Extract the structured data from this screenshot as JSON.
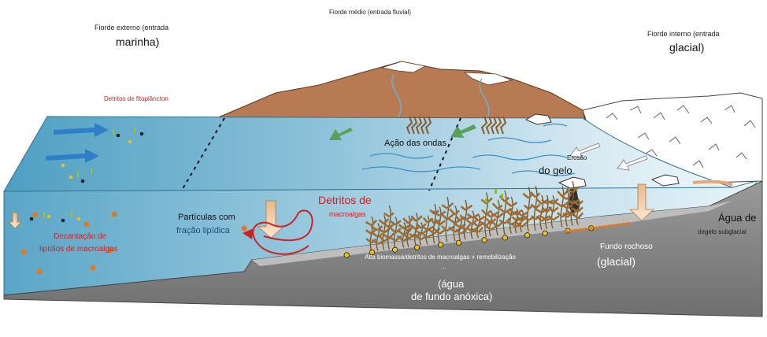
{
  "labels": {
    "top_center": "Fiorde médio (entrada fluvial)",
    "outer_line1": "Fiorde externo (entrada",
    "outer_line2": "marinha)",
    "inner_line1": "Fiorde interno (entrada",
    "inner_line2": "glacial)",
    "phyto_detritus": "Detritos de fitoplâncton",
    "wave_action": "Ação das ondas",
    "erosion": "Erosão",
    "ice": "do gelo",
    "water_line1": "Água de",
    "water_line2": "degelo subglacial",
    "macroalgae_detritus_1": "Detritos de",
    "macroalgae_detritus_2": "macroalgas",
    "particles_1": "Partículas com",
    "particles_2": "fração lipídica",
    "settling_1": "Decantação de",
    "settling_2": "lipídios de macroalgas",
    "high_biomass": "Alta biomassa/detritos de macroalgas + remobilização",
    "dots": "...",
    "rocky_1": "Fundo rochoso",
    "rocky_2": "(glacial)",
    "anoxic_1": "(água",
    "anoxic_2": "de fundo anóxica)"
  },
  "colors": {
    "water_dark": "#5fa8c8",
    "water_light": "#dcecf4",
    "land_brown": "#b87a52",
    "seafloor_gray": "#8c8c8c",
    "detritus_red": "#cc2222",
    "arrow_blue": "#2f7fc8",
    "arrow_green": "#5aa05a",
    "kelp_brown": "#9a6a3a",
    "lipid_orange": "#e07a20",
    "settling_arrow": "#f0c8a0"
  }
}
